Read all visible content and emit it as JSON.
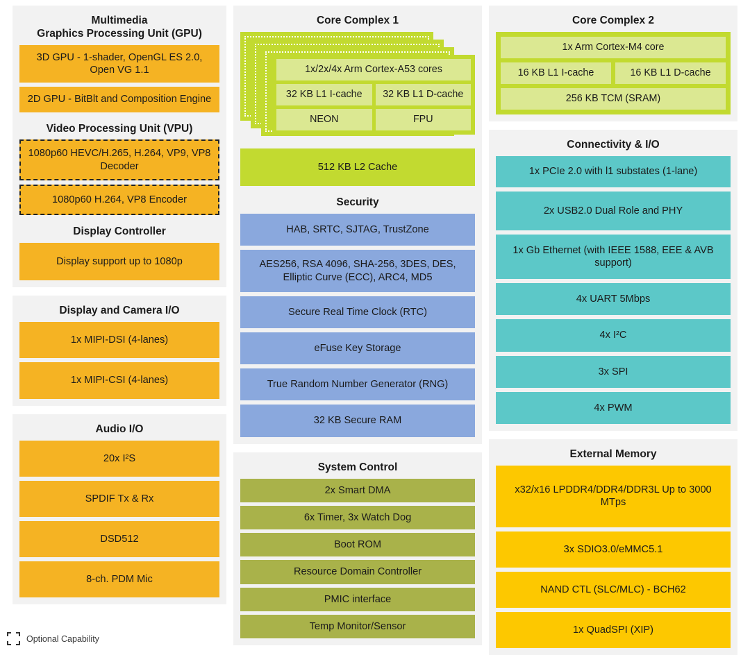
{
  "legend": {
    "swatch_name": "dashed-square-icon",
    "label": "Optional Capability"
  },
  "colors": {
    "orange": "#f5b323",
    "yellow": "#fdc800",
    "teal": "#5cc8c8",
    "blue": "#8aa8dd",
    "olive": "#a9b24a",
    "green": "#c2da30",
    "light_green": "#dbe892",
    "panel_bg": "#f2f2f2",
    "page_bg": "#ffffff",
    "text": "#1b1b1b"
  },
  "left_column": {
    "multimedia": {
      "title": "Multimedia",
      "gpu_title": "Graphics Processing Unit (GPU)",
      "gpu_blocks": [
        "3D GPU - 1-shader, OpenGL ES 2.0, Open VG 1.1",
        "2D GPU - BitBlt and Composition Engine"
      ],
      "vpu_title": "Video Processing Unit (VPU)",
      "vpu_blocks": [
        "1080p60 HEVC/H.265, H.264, VP9, VP8 Decoder",
        "1080p60 H.264, VP8 Encoder"
      ],
      "display_controller_title": "Display Controller",
      "display_controller_blocks": [
        "Display support up to 1080p"
      ]
    },
    "display_camera_io": {
      "title": "Display and Camera I/O",
      "blocks": [
        "1x MIPI-DSI (4-lanes)",
        "1x MIPI-CSI (4-lanes)"
      ]
    },
    "audio_io": {
      "title": "Audio I/O",
      "blocks": [
        "20x I²S",
        "SPDIF Tx & Rx",
        "DSD512",
        "8-ch. PDM Mic"
      ]
    }
  },
  "mid_column": {
    "core_complex_1": {
      "title": "Core Complex 1",
      "stack_count": 3,
      "core_cells": {
        "cores": "1x/2x/4x Arm Cortex-A53 cores",
        "l1_icache": "32 KB L1 I-cache",
        "l1_dcache": "32 KB L1 D-cache",
        "neon": "NEON",
        "fpu": "FPU"
      },
      "l2_cache": "512 KB L2 Cache"
    },
    "security": {
      "title": "Security",
      "blocks": [
        "HAB, SRTC, SJTAG, TrustZone",
        "AES256, RSA 4096, SHA-256, 3DES, DES, Elliptic Curve (ECC), ARC4, MD5",
        "Secure Real Time Clock (RTC)",
        "eFuse Key Storage",
        "True Random Number Generator (RNG)",
        "32 KB Secure RAM"
      ]
    },
    "system_control": {
      "title": "System Control",
      "blocks": [
        "2x Smart DMA",
        "6x Timer, 3x Watch Dog",
        "Boot ROM",
        "Resource Domain Controller",
        "PMIC interface",
        "Temp Monitor/Sensor"
      ]
    }
  },
  "right_column": {
    "core_complex_2": {
      "title": "Core Complex 2",
      "core": "1x Arm Cortex-M4 core",
      "l1_icache": "16 KB L1  I-cache",
      "l1_dcache": "16 KB L1 D-cache",
      "tcm": "256 KB TCM (SRAM)"
    },
    "connectivity_io": {
      "title": "Connectivity & I/O",
      "blocks": [
        "1x PCIe 2.0 with l1 substates (1-lane)",
        "2x USB2.0 Dual Role and PHY",
        "1x Gb Ethernet (with IEEE 1588, EEE & AVB support)",
        "4x UART 5Mbps",
        "4x I²C",
        "3x SPI",
        "4x PWM"
      ]
    },
    "external_memory": {
      "title": "External Memory",
      "blocks": [
        "x32/x16 LPDDR4/DDR4/DDR3L Up to 3000 MTps",
        "3x SDIO3.0/eMMC5.1",
        "NAND CTL (SLC/MLC) - BCH62",
        "1x QuadSPI (XIP)"
      ]
    }
  }
}
